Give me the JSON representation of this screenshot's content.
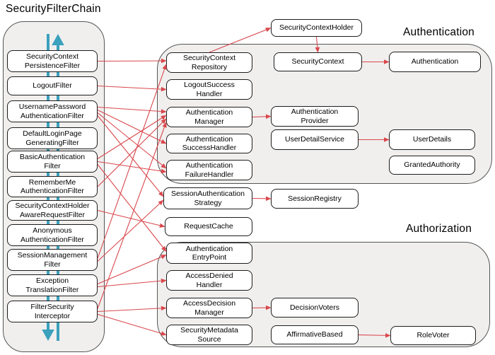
{
  "diagram": {
    "filter_chain": {
      "title": "SecurityFilterChain"
    },
    "groups": {
      "authentication": "Authentication",
      "authorization": "Authorization"
    },
    "colors": {
      "arrow": "#d9484d",
      "flow": "#3ba1bd",
      "container_fill": "#f0efee",
      "container_border": "#565656",
      "node_border": "#1d1d1d"
    },
    "nodes": [
      {
        "id": "security-context-persistence-filter",
        "lines": [
          "SecurityContext",
          "PersistenceFilter"
        ]
      },
      {
        "id": "logout-filter",
        "lines": [
          "LogoutFilter"
        ]
      },
      {
        "id": "username-password-authentication-filter",
        "lines": [
          "UsernamePassword",
          "AuthenticationFilter"
        ]
      },
      {
        "id": "default-login-page-generating-filter",
        "lines": [
          "DefaultLoginPage",
          "GeneratingFilter"
        ]
      },
      {
        "id": "basic-authentication-filter",
        "lines": [
          "BasicAuthentication",
          "Filter"
        ]
      },
      {
        "id": "remember-me-authentication-filter",
        "lines": [
          "RememberMe",
          "AuthenticationFilter"
        ]
      },
      {
        "id": "security-context-holder-aware-request-filter",
        "lines": [
          "SecurityContextHolder",
          "AwareRequestFilter"
        ]
      },
      {
        "id": "anonymous-authentication-filter",
        "lines": [
          "Anonymous",
          "AuthenticationFilter"
        ]
      },
      {
        "id": "session-management-filter",
        "lines": [
          "SessionManagement",
          "Filter"
        ]
      },
      {
        "id": "exception-translation-filter",
        "lines": [
          "Exception",
          "TranslationFilter"
        ]
      },
      {
        "id": "filter-security-interceptor",
        "lines": [
          "FilterSecurity",
          "Interceptor"
        ]
      },
      {
        "id": "security-context-holder",
        "lines": [
          "SecurityContextHolder"
        ]
      },
      {
        "id": "security-context-repository",
        "lines": [
          "SecurityContext",
          "Repository"
        ]
      },
      {
        "id": "security-context",
        "lines": [
          "SecurityContext"
        ]
      },
      {
        "id": "authentication",
        "lines": [
          "Authentication"
        ]
      },
      {
        "id": "logout-success-handler",
        "lines": [
          "LogoutSuccess",
          "Handler"
        ]
      },
      {
        "id": "authentication-manager",
        "lines": [
          "Authentication",
          "Manager"
        ]
      },
      {
        "id": "authentication-provider",
        "lines": [
          "Authentication",
          "Provider"
        ]
      },
      {
        "id": "user-detail-service",
        "lines": [
          "UserDetailService"
        ]
      },
      {
        "id": "user-details",
        "lines": [
          "UserDetails"
        ]
      },
      {
        "id": "granted-authority",
        "lines": [
          "GrantedAuthority"
        ]
      },
      {
        "id": "authentication-success-handler",
        "lines": [
          "Authentication",
          "SuccessHandler"
        ]
      },
      {
        "id": "authentication-failure-handler",
        "lines": [
          "Authentication",
          "FailureHandler"
        ]
      },
      {
        "id": "session-authentication-strategy",
        "lines": [
          "SessionAuthentication",
          "Strategy"
        ]
      },
      {
        "id": "session-registry",
        "lines": [
          "SessionRegistry"
        ]
      },
      {
        "id": "request-cache",
        "lines": [
          "RequestCache"
        ]
      },
      {
        "id": "authentication-entry-point",
        "lines": [
          "Authentication",
          "EntryPoint"
        ]
      },
      {
        "id": "access-denied-handler",
        "lines": [
          "AccessDenied",
          "Handler"
        ]
      },
      {
        "id": "access-decision-manager",
        "lines": [
          "AccessDecision",
          "Manager"
        ]
      },
      {
        "id": "decision-voters",
        "lines": [
          "DecisionVoters"
        ]
      },
      {
        "id": "security-metadata-source",
        "lines": [
          "SecurityMetadata",
          "Source"
        ]
      },
      {
        "id": "affirmative-based",
        "lines": [
          "AffirmativeBased"
        ]
      },
      {
        "id": "role-voter",
        "lines": [
          "RoleVoter"
        ]
      }
    ],
    "edges": [
      {
        "from": "security-context-repository",
        "to": "security-context-holder",
        "from_anchor": "top",
        "to_anchor": "left"
      },
      {
        "from": "security-context-holder",
        "to": "security-context",
        "from_anchor": "bottom",
        "to_anchor": "top"
      },
      {
        "from": "security-context",
        "to": "authentication"
      },
      {
        "from": "authentication-manager",
        "to": "authentication-provider"
      },
      {
        "from": "user-detail-service",
        "to": "user-details"
      },
      {
        "from": "session-authentication-strategy",
        "to": "session-registry"
      },
      {
        "from": "access-decision-manager",
        "to": "decision-voters"
      },
      {
        "from": "affirmative-based",
        "to": "role-voter"
      },
      {
        "from": "security-context-persistence-filter",
        "to": "security-context-repository"
      },
      {
        "from": "logout-filter",
        "to": "logout-success-handler"
      },
      {
        "from": "username-password-authentication-filter",
        "to": "authentication-manager"
      },
      {
        "from": "username-password-authentication-filter",
        "to": "authentication-success-handler"
      },
      {
        "from": "username-password-authentication-filter",
        "to": "authentication-failure-handler"
      },
      {
        "from": "username-password-authentication-filter",
        "to": "session-authentication-strategy"
      },
      {
        "from": "basic-authentication-filter",
        "to": "authentication-manager"
      },
      {
        "from": "basic-authentication-filter",
        "to": "authentication-failure-handler"
      },
      {
        "from": "basic-authentication-filter",
        "to": "authentication-entry-point"
      },
      {
        "from": "remember-me-authentication-filter",
        "to": "authentication-manager"
      },
      {
        "from": "security-context-holder-aware-request-filter",
        "to": "request-cache"
      },
      {
        "from": "session-management-filter",
        "to": "security-context-repository"
      },
      {
        "from": "session-management-filter",
        "to": "session-authentication-strategy"
      },
      {
        "from": "exception-translation-filter",
        "to": "authentication-entry-point"
      },
      {
        "from": "exception-translation-filter",
        "to": "access-denied-handler"
      },
      {
        "from": "filter-security-interceptor",
        "to": "authentication-manager"
      },
      {
        "from": "filter-security-interceptor",
        "to": "access-decision-manager"
      },
      {
        "from": "filter-security-interceptor",
        "to": "security-metadata-source"
      }
    ]
  }
}
